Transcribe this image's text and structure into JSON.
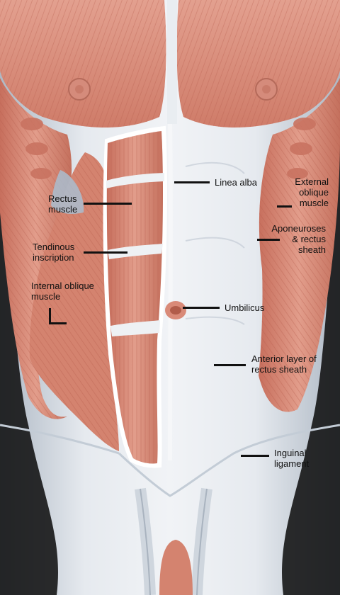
{
  "labels": {
    "rectus_muscle": [
      "Rectus",
      "muscle"
    ],
    "tendinous_inscription": [
      "Tendinous",
      "inscription"
    ],
    "internal_oblique_muscle": [
      "Internal oblique",
      "muscle"
    ],
    "linea_alba": "Linea alba",
    "external_oblique_muscle": [
      "External",
      "oblique",
      "muscle"
    ],
    "aponeuroses_rectus_sheath": [
      "Aponeuroses",
      "& rectus",
      "sheath"
    ],
    "umbilicus": "Umbilicus",
    "anterior_layer_rectus_sheath": [
      "Anterior layer of",
      "rectus sheath"
    ],
    "inguinal_ligament": [
      "Inguinal",
      "ligament"
    ]
  },
  "colors": {
    "muscle": "#d98a78",
    "muscle_dark": "#b9604e",
    "fascia": "#dfe4ea",
    "fascia_shadow": "#b9c1cc",
    "background": "#0a0a0a",
    "label_text": "#111111"
  }
}
